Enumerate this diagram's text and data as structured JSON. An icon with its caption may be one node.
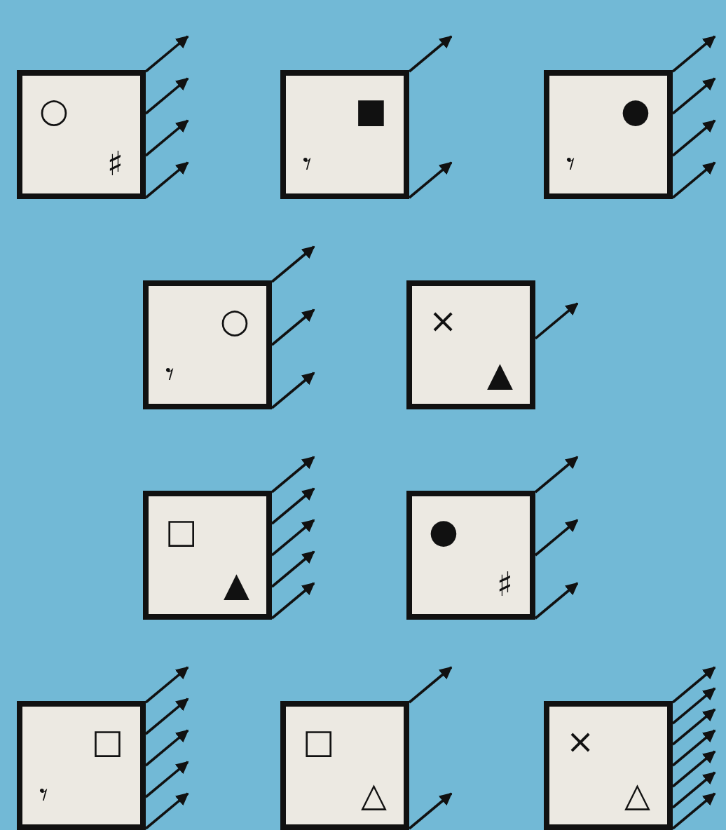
{
  "diagram": {
    "nodes": [
      {
        "text": [
          "○",
          "♯"
        ]
      },
      {
        "text": [
          "■",
          "𝄾"
        ]
      },
      {
        "text": [
          "●",
          "𝄾"
        ]
      },
      {
        "text": [
          "○",
          "𝄾"
        ]
      },
      {
        "text": [
          "×",
          "▲"
        ]
      },
      {
        "text": [
          "□",
          "▲"
        ]
      },
      {
        "text": [
          "●",
          "♯"
        ]
      },
      {
        "text": [
          "□",
          "𝄾"
        ]
      },
      {
        "text": [
          "□",
          "△"
        ]
      },
      {
        "text": [
          "×",
          "△"
        ]
      }
    ],
    "edges": [
      {
        "from": 0,
        "to": null,
        "arrow": "to"
      },
      {
        "from": 0,
        "to": null,
        "arrow": "to"
      },
      {
        "from": 0,
        "to": null,
        "arrow": "to"
      },
      {
        "from": 0,
        "to": null,
        "arrow": "to"
      },
      {
        "from": 1,
        "to": null,
        "arrow": "to"
      },
      {
        "from": 1,
        "to": null,
        "arrow": "to"
      },
      {
        "from": 2,
        "to": null,
        "arrow": "to"
      },
      {
        "from": 2,
        "to": null,
        "arrow": "to"
      },
      {
        "from": 2,
        "to": null,
        "arrow": "to"
      },
      {
        "from": 2,
        "to": null,
        "arrow": "to"
      },
      {
        "from": 3,
        "to": null,
        "arrow": "to"
      },
      {
        "from": 3,
        "to": null,
        "arrow": "to"
      },
      {
        "from": 3,
        "to": null,
        "arrow": "to"
      },
      {
        "from": 4,
        "to": null,
        "arrow": "to"
      },
      {
        "from": 5,
        "to": null,
        "arrow": "to"
      },
      {
        "from": 5,
        "to": null,
        "arrow": "to"
      },
      {
        "from": 5,
        "to": null,
        "arrow": "to"
      },
      {
        "from": 5,
        "to": null,
        "arrow": "to"
      },
      {
        "from": 5,
        "to": null,
        "arrow": "to"
      },
      {
        "from": 6,
        "to": null,
        "arrow": "to"
      },
      {
        "from": 6,
        "to": null,
        "arrow": "to"
      },
      {
        "from": 6,
        "to": null,
        "arrow": "to"
      },
      {
        "from": 7,
        "to": null,
        "arrow": "to"
      },
      {
        "from": 7,
        "to": null,
        "arrow": "to"
      },
      {
        "from": 7,
        "to": null,
        "arrow": "to"
      },
      {
        "from": 7,
        "to": null,
        "arrow": "to"
      },
      {
        "from": 7,
        "to": null,
        "arrow": "to"
      },
      {
        "from": 8,
        "to": null,
        "arrow": "to"
      },
      {
        "from": 8,
        "to": null,
        "arrow": "to"
      },
      {
        "from": 9,
        "to": null,
        "arrow": "to"
      },
      {
        "from": 9,
        "to": null,
        "arrow": "to"
      },
      {
        "from": 9,
        "to": null,
        "arrow": "to"
      },
      {
        "from": 9,
        "to": null,
        "arrow": "to"
      },
      {
        "from": 9,
        "to": null,
        "arrow": "to"
      },
      {
        "from": 9,
        "to": null,
        "arrow": "to"
      },
      {
        "from": 9,
        "to": null,
        "arrow": "to"
      }
    ]
  }
}
